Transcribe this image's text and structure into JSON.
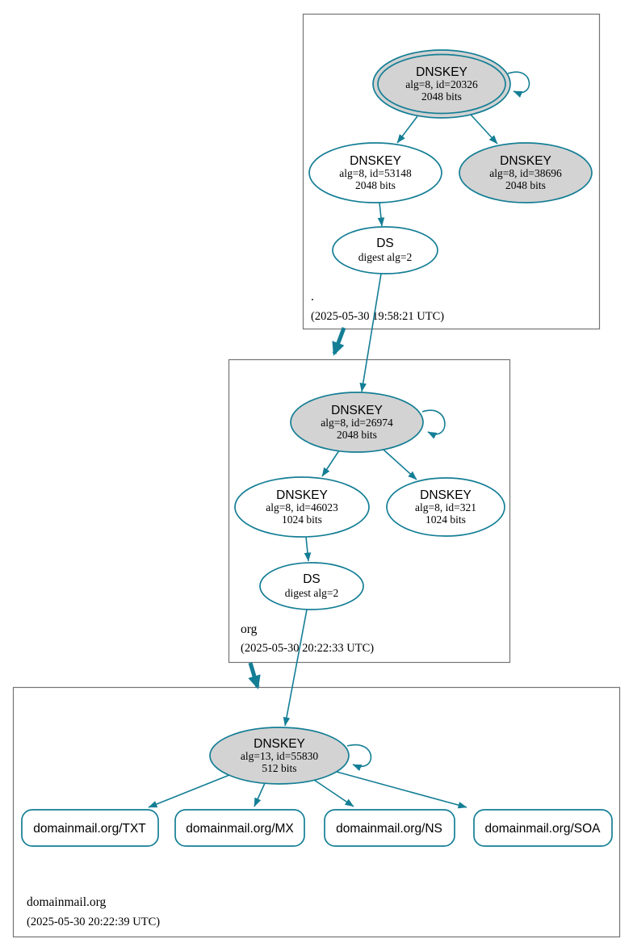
{
  "diagram": {
    "type": "dnssec-authentication-chain",
    "colors": {
      "edge_teal": "#147e95",
      "ksk_fill_gray": "#d3d3d3",
      "node_fill_white": "#ffffff",
      "zone_border_gray": "#747474",
      "text": "#000000"
    },
    "zones": [
      {
        "name": ".",
        "timestamp": "(2025-05-30 19:58:21 UTC)",
        "ksk": {
          "title": "DNSKEY",
          "detail": "alg=8, id=20326",
          "bits": "2048 bits"
        },
        "zsk": {
          "title": "DNSKEY",
          "detail": "alg=8, id=53148",
          "bits": "2048 bits"
        },
        "key2": {
          "title": "DNSKEY",
          "detail": "alg=8, id=38696",
          "bits": "2048 bits"
        },
        "ds": {
          "title": "DS",
          "detail": "digest alg=2"
        }
      },
      {
        "name": "org",
        "timestamp": "(2025-05-30 20:22:33 UTC)",
        "ksk": {
          "title": "DNSKEY",
          "detail": "alg=8, id=26974",
          "bits": "2048 bits"
        },
        "zsk": {
          "title": "DNSKEY",
          "detail": "alg=8, id=46023",
          "bits": "1024 bits"
        },
        "key2": {
          "title": "DNSKEY",
          "detail": "alg=8, id=321",
          "bits": "1024 bits"
        },
        "ds": {
          "title": "DS",
          "detail": "digest alg=2"
        }
      },
      {
        "name": "domainmail.org",
        "timestamp": "(2025-05-30 20:22:39 UTC)",
        "ksk": {
          "title": "DNSKEY",
          "detail": "alg=13, id=55830",
          "bits": "512 bits"
        },
        "rrsets": [
          "domainmail.org/TXT",
          "domainmail.org/MX",
          "domainmail.org/NS",
          "domainmail.org/SOA"
        ]
      }
    ]
  }
}
